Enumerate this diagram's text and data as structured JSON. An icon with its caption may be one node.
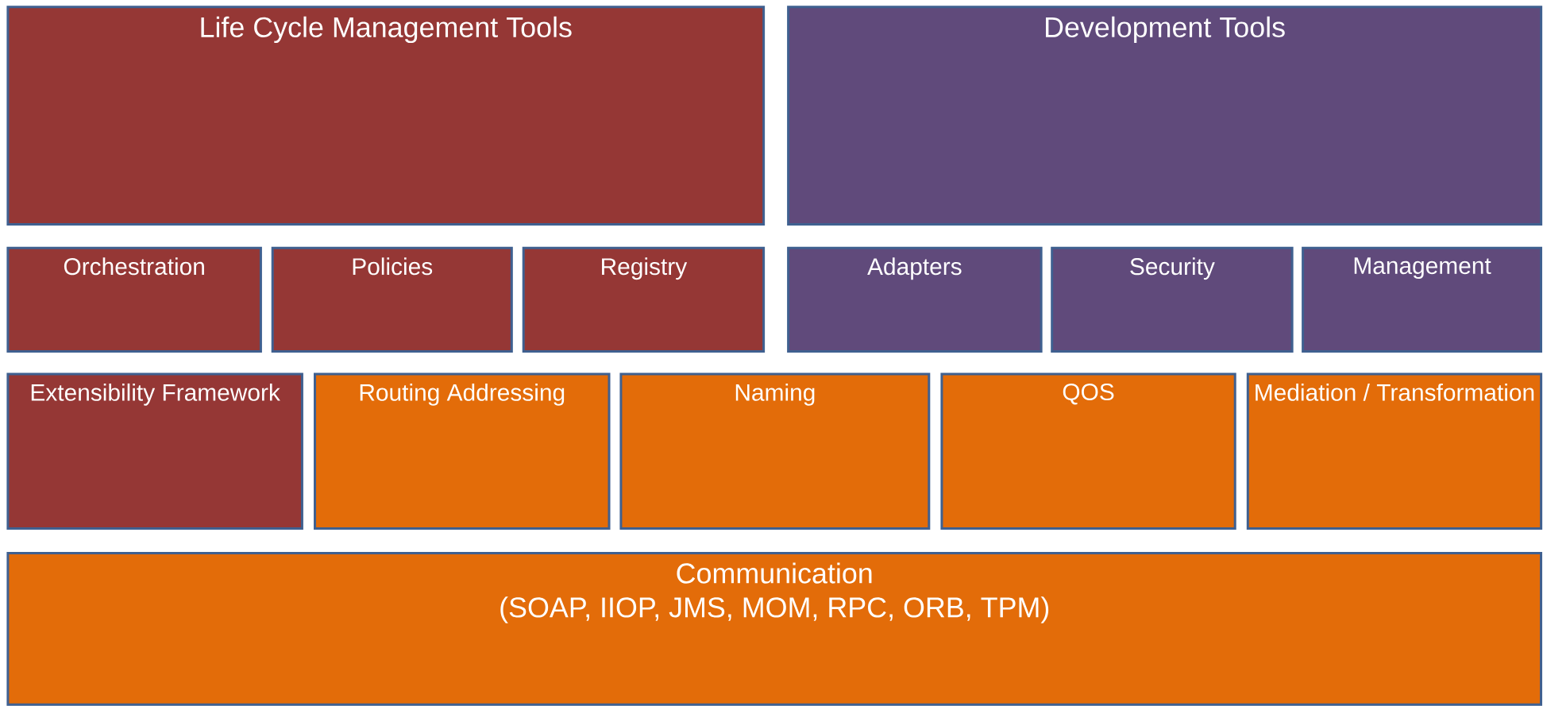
{
  "diagram": {
    "nodes": [
      {
        "text": [
          "Life Cycle Management Tools"
        ]
      },
      {
        "text": [
          "Development Tools"
        ]
      },
      {
        "text": [
          "Orchestration"
        ]
      },
      {
        "text": [
          "Policies"
        ]
      },
      {
        "text": [
          "Registry"
        ]
      },
      {
        "text": [
          "Adapters"
        ]
      },
      {
        "text": [
          "Security"
        ]
      },
      {
        "text": [
          "Management"
        ]
      },
      {
        "text": [
          "Extensibility Framework"
        ]
      },
      {
        "text": [
          "Routing Addressing"
        ]
      },
      {
        "text": [
          "Naming"
        ]
      },
      {
        "text": [
          "QOS"
        ]
      },
      {
        "text": [
          "Mediation / Transformation"
        ]
      },
      {
        "text": [
          "Communication",
          "(SOAP, IIOP, JMS, MOM, RPC, ORB, TPM)"
        ]
      }
    ]
  }
}
